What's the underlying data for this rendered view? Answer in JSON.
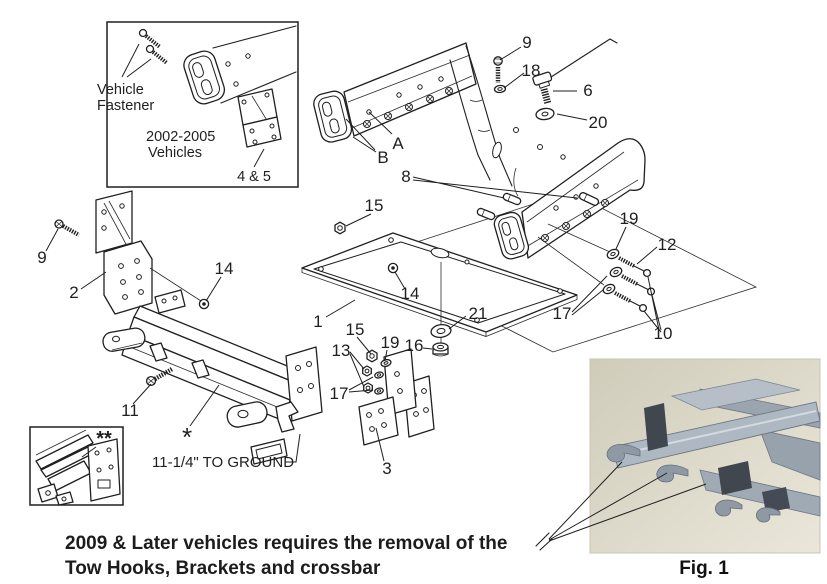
{
  "colors": {
    "ink": "#1f1f1f",
    "photo_bg_top": "#cfccba",
    "photo_bg_bottom": "#eae7da",
    "truck_frame_mid": "#aab4be",
    "truck_frame_light": "#c9d0d7",
    "truck_frame_dark": "#6d7683",
    "truck_fitting_dark": "#41474f"
  },
  "inset_vehicle_fastener": {
    "label_line1": "Vehicle",
    "label_line2": "Fastener",
    "years_line1": "2002-2005",
    "years_line2": "Vehicles",
    "callout": "4 & 5"
  },
  "inset_double_star": {
    "callout": "**"
  },
  "callouts": {
    "top_bolt_9": "9",
    "washer_18": "18",
    "knob_bolt_6": "6",
    "washer_20": "20",
    "rail_A": "A",
    "rail_B": "B",
    "pins_8": "8",
    "nut_15_upper": "15",
    "left_bolt_9": "9",
    "bracket_2": "2",
    "nut_14_left": "14",
    "nut_14_center": "14",
    "plate_1": "1",
    "washer_21": "21",
    "nut_15_lower": "15",
    "washer_19_center": "19",
    "nut_16": "16",
    "nuts_13": "13",
    "washers_17_left": "17",
    "washer_19_right": "19",
    "bolt_12": "12",
    "washers_17_right": "17",
    "bolts_10": "10",
    "bolt_11": "11",
    "asterisk": "*",
    "bracket_3": "3"
  },
  "annotations": {
    "ground_clearance": "11-1/4\" TO GROUND",
    "figure_caption": "Fig. 1"
  },
  "footer": {
    "line1": "2009 & Later vehicles requires the removal of the",
    "line2": "Tow Hooks, Brackets and crossbar"
  }
}
